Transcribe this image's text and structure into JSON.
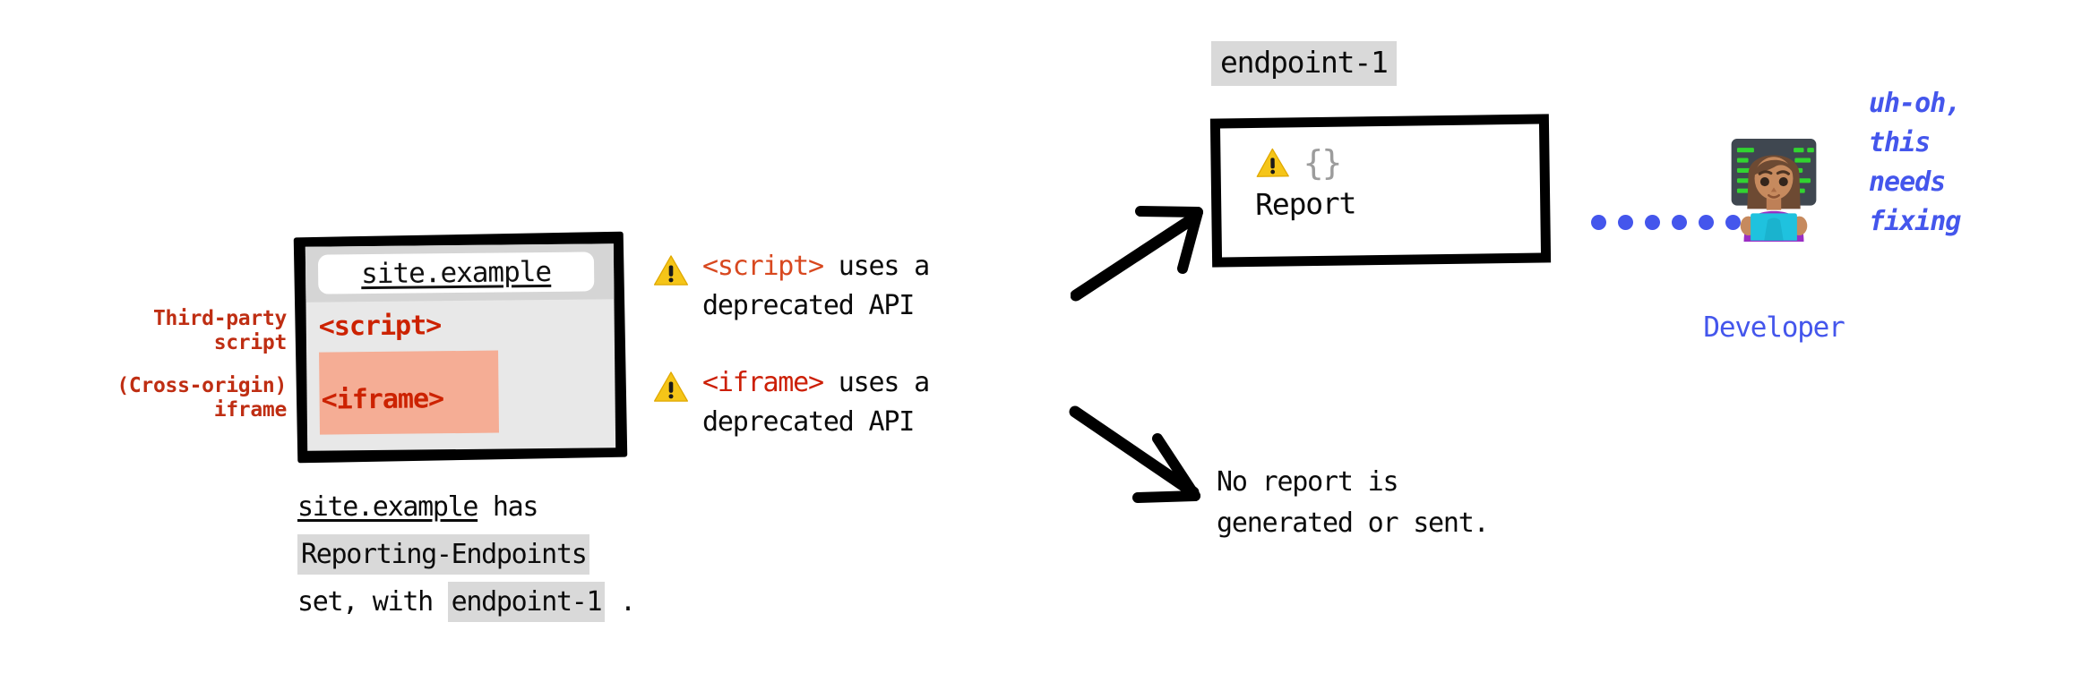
{
  "diagram": {
    "title": "Reporting API — third-party script and cross-origin iframe reporting flow",
    "colors": {
      "red_label": "#BF2E13",
      "script_tag": "#D8481F",
      "iframe_tag": "#CC1F06",
      "iframe_highlight": "#F5AD95",
      "chip_gray": "#D9D9D9",
      "developer_blue": "#4456EC",
      "warning_yellow": "#F5C518"
    }
  },
  "left": {
    "labels": {
      "third_party_script": "Third-party\nscript",
      "cross_origin_iframe": "(Cross-origin)\niframe"
    },
    "browser": {
      "url": "site.example",
      "script_tag": "<script>",
      "iframe_tag": "<iframe>"
    },
    "caption": {
      "origin": "site.example",
      "has": " has",
      "header": "Reporting-Endpoints",
      "set_with": "set, with ",
      "endpoint": "endpoint-1",
      "period": " ."
    }
  },
  "warnings": [
    {
      "icon": "warning-triangle-icon",
      "tag": "<script>",
      "rest": " uses a",
      "line2": "deprecated API"
    },
    {
      "icon": "warning-triangle-icon",
      "tag": "<iframe>",
      "rest": " uses a",
      "line2": "deprecated API"
    }
  ],
  "right": {
    "endpoint_label": "endpoint-1",
    "report_box": {
      "icon": "warning-triangle-icon",
      "braces": "{}",
      "label": "Report"
    },
    "no_report_text": "No report is\ngenerated or sent.",
    "connector_dots": 6,
    "developer": {
      "avatar": "woman-technologist-emoji",
      "label": "Developer",
      "quote": "uh-oh,\nthis\nneeds\nfixing"
    }
  }
}
